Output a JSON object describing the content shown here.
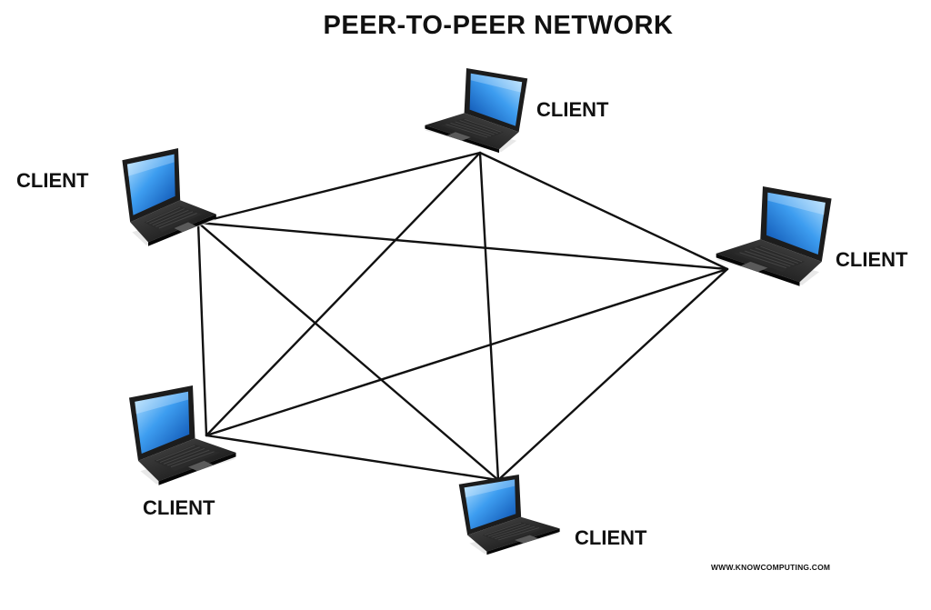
{
  "title": "PEER-TO-PEER NETWORK",
  "credit": "WWW.KNOWCOMPUTING.COM",
  "nodes": [
    {
      "id": "top",
      "label": "CLIENT"
    },
    {
      "id": "left",
      "label": "CLIENT"
    },
    {
      "id": "right",
      "label": "CLIENT"
    },
    {
      "id": "bottom-left",
      "label": "CLIENT"
    },
    {
      "id": "bottom",
      "label": "CLIENT"
    }
  ],
  "links": [
    [
      "left",
      "top"
    ],
    [
      "left",
      "right"
    ],
    [
      "left",
      "bottom-left"
    ],
    [
      "left",
      "bottom"
    ],
    [
      "top",
      "right"
    ],
    [
      "top",
      "bottom-left"
    ],
    [
      "top",
      "bottom"
    ],
    [
      "right",
      "bottom-left"
    ],
    [
      "right",
      "bottom"
    ],
    [
      "bottom-left",
      "bottom"
    ]
  ],
  "colors": {
    "screen_light": "#7cc8ff",
    "screen_dark": "#0a5fc2",
    "laptop_body": "#1a1a1a",
    "line": "#111111"
  },
  "icons": {
    "node": "laptop-icon"
  }
}
